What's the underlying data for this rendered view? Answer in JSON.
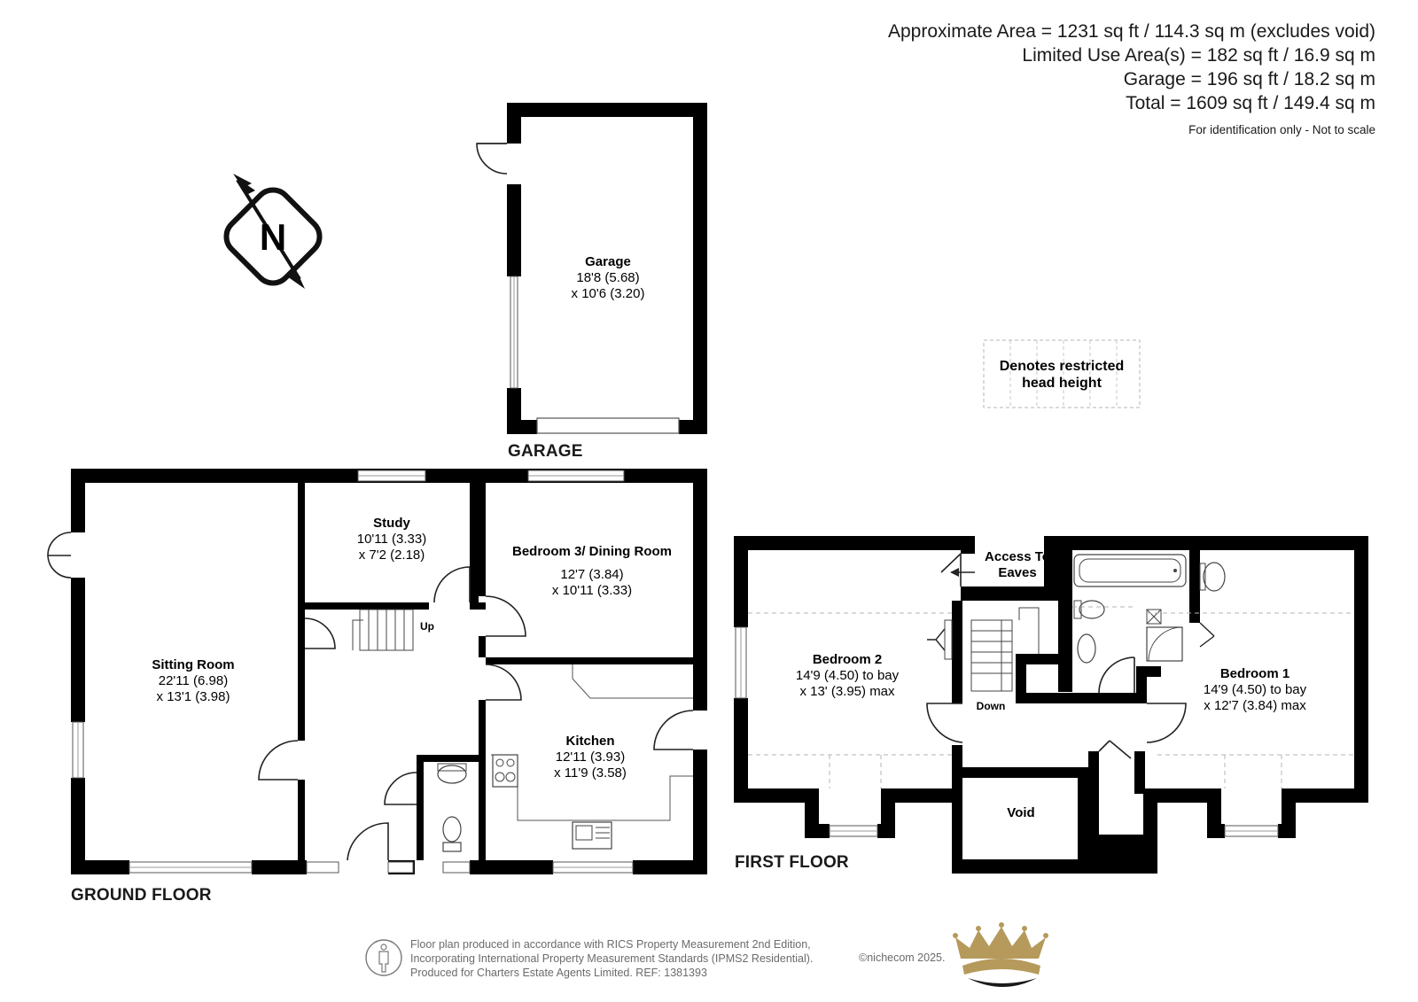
{
  "areas": {
    "approximate": "Approximate Area = 1231 sq ft / 114.3 sq m (excludes void)",
    "limited_use": "Limited Use Area(s) = 182 sq ft / 16.9 sq m",
    "garage": "Garage = 196 sq ft / 18.2 sq m",
    "total": "Total = 1609 sq ft / 149.4 sq m",
    "disclaimer": "For identification only - Not to scale"
  },
  "compass": {
    "letter": "N",
    "icon": "north-arrow-icon"
  },
  "legend": {
    "line1": "Denotes restricted",
    "line2": "head height"
  },
  "floors": {
    "garage": "GARAGE",
    "ground": "GROUND FLOOR",
    "first": "FIRST FLOOR"
  },
  "rooms": {
    "garage": {
      "name": "Garage",
      "dim1": "18'8 (5.68)",
      "dim2": "x 10'6 (3.20)"
    },
    "study": {
      "name": "Study",
      "dim1": "10'11 (3.33)",
      "dim2": "x 7'2 (2.18)"
    },
    "bedroom3": {
      "name": "Bedroom 3/ Dining Room",
      "dim1": "12'7 (3.84)",
      "dim2": "x 10'11 (3.33)"
    },
    "sitting": {
      "name": "Sitting Room",
      "dim1": "22'11 (6.98)",
      "dim2": "x 13'1 (3.98)"
    },
    "kitchen": {
      "name": "Kitchen",
      "dim1": "12'11 (3.93)",
      "dim2": "x 11'9 (3.58)"
    },
    "bedroom2": {
      "name": "Bedroom 2",
      "dim1": "14'9 (4.50) to bay",
      "dim2": "x 13' (3.95) max"
    },
    "bedroom1": {
      "name": "Bedroom 1",
      "dim1": "14'9 (4.50) to bay",
      "dim2": "x 12'7 (3.84) max"
    },
    "void": {
      "name": "Void"
    },
    "eaves": {
      "line1": "Access To",
      "line2": "Eaves"
    }
  },
  "stairs": {
    "up": "Up",
    "down": "Down"
  },
  "footer": {
    "line1": "Floor plan produced in accordance with RICS Property Measurement 2nd Edition,",
    "line2": "Incorporating International Property Measurement Standards (IPMS2 Residential).",
    "line3": "Produced for Charters Estate Agents Limited.   REF: 1381393",
    "copyright": "©nichecom 2025.",
    "logo": "crown-logo-icon",
    "person_icon": "person-icon"
  },
  "colors": {
    "wall": "#000000",
    "brand_gold": "#b59a5b",
    "dashed": "#b5b5b5"
  }
}
